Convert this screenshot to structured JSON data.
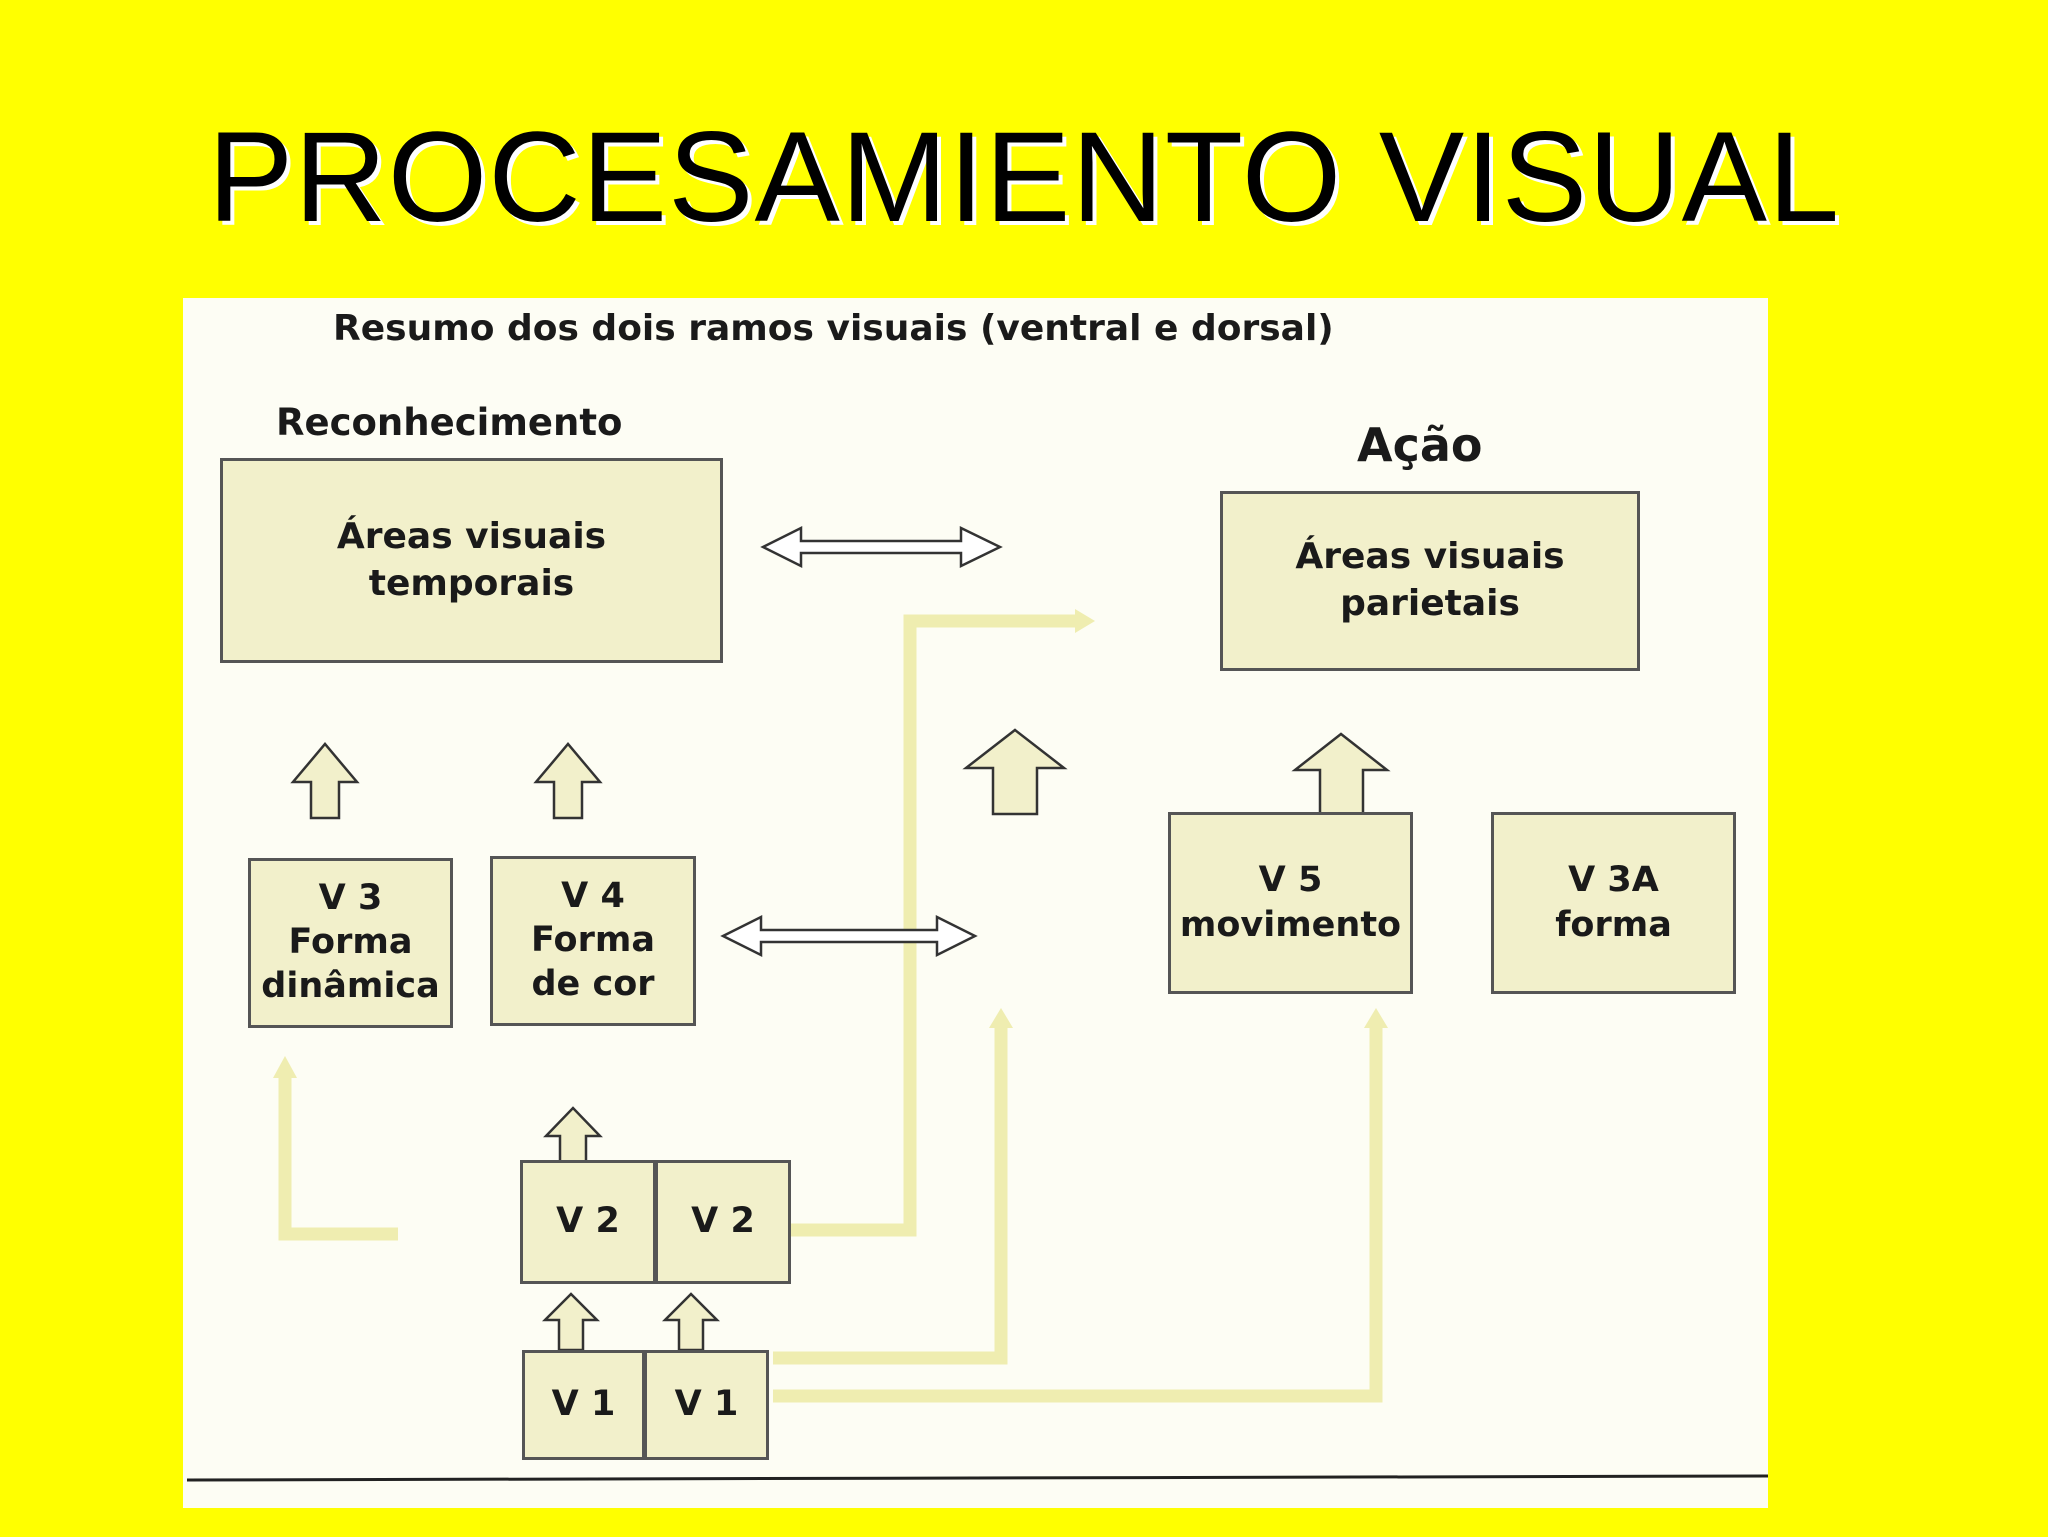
{
  "slide": {
    "title": "PROCESAMIENTO VISUAL"
  },
  "diagram": {
    "title": "Resumo dos dois ramos visuais  (ventral e dorsal)",
    "left_heading": "Reconhecimento",
    "right_heading": "Ação",
    "boxes": {
      "temporal": "Áreas visuais\ntemporais",
      "parietal": "Áreas visuais\nparietais",
      "v3": "V 3\nForma\ndinâmica",
      "v4": "V 4\nForma\nde cor",
      "v5": "V 5\nmovimento",
      "v3a": "V 3A\nforma",
      "v2_left": "V 2",
      "v2_right": "V 2",
      "v1_left": "V 1",
      "v1_right": "V 1"
    }
  },
  "colors": {
    "slide_background": "#FFFF00",
    "figure_background": "#FDFDF4",
    "box_fill": "#F2F0CB",
    "pathway": "#F4F2B8"
  }
}
